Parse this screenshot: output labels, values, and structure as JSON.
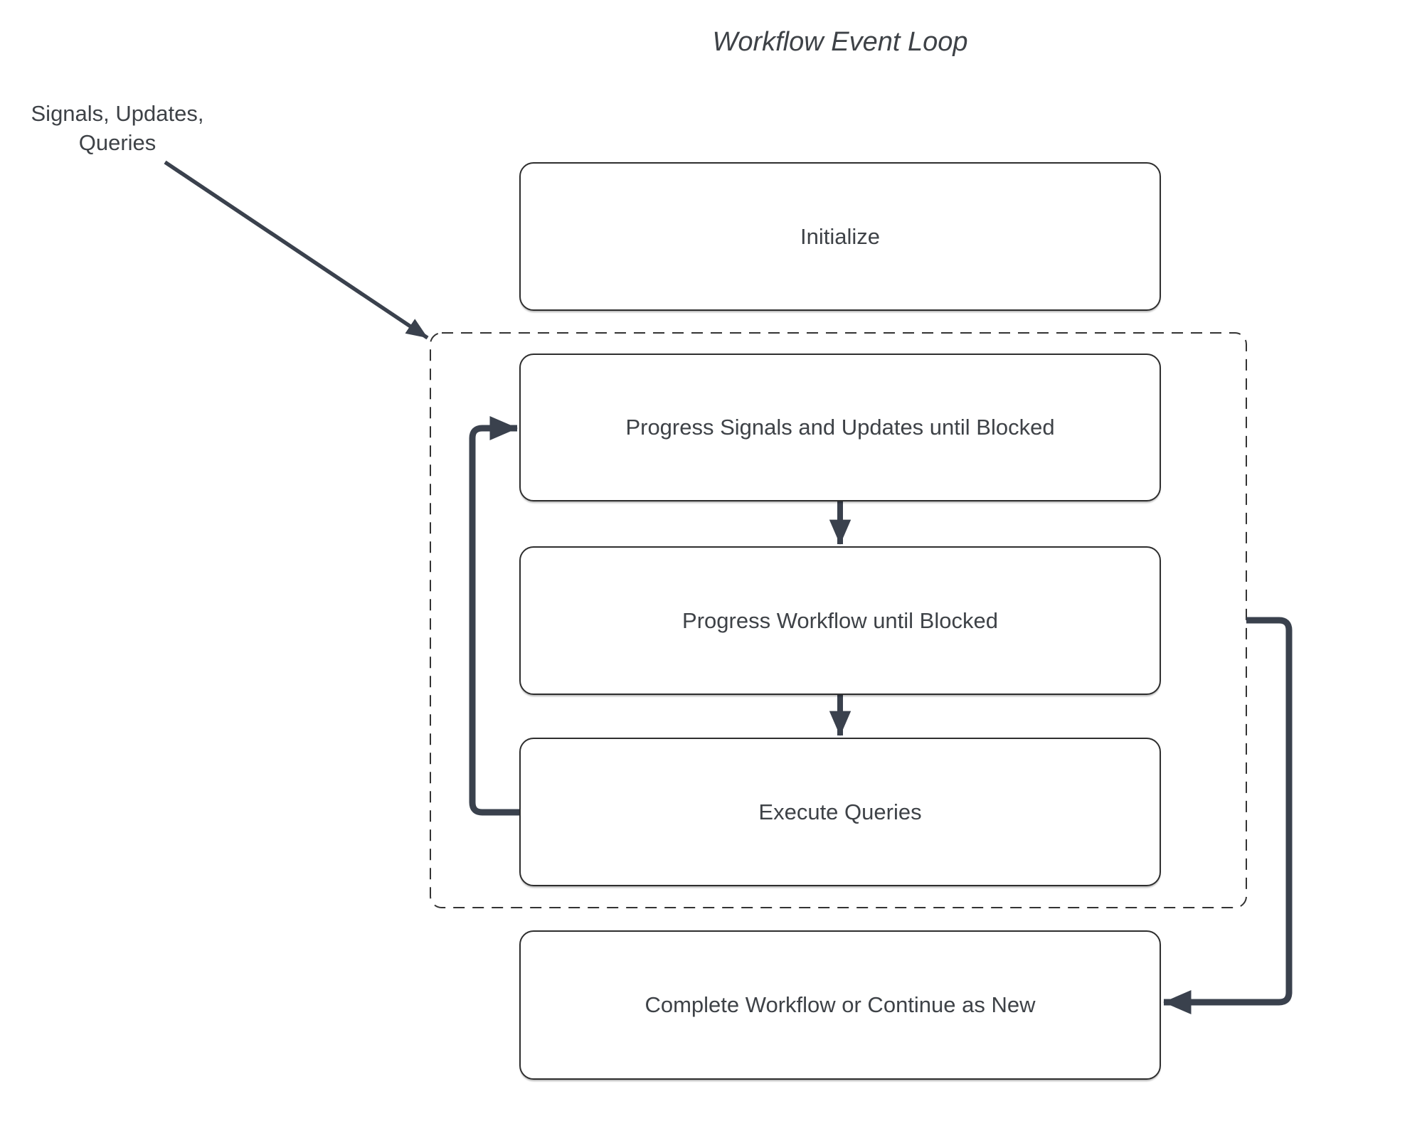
{
  "title": "Workflow Event Loop",
  "external_label": {
    "line1": "Signals, Updates,",
    "line2": "Queries"
  },
  "nodes": {
    "initialize": "Initialize",
    "progress_signals": "Progress Signals and Updates until Blocked",
    "progress_workflow": "Progress Workflow until Blocked",
    "execute_queries": "Execute Queries",
    "complete": "Complete Workflow or Continue as New"
  },
  "edges": {
    "signals_to_loop": "Signals/Updates/Queries into event loop",
    "signals_to_workflow": "Progress Signals to Progress Workflow",
    "workflow_to_queries": "Progress Workflow to Execute Queries",
    "queries_back_to_signals": "Execute Queries back to Progress Signals",
    "workflow_to_complete": "Progress Workflow to Complete Workflow"
  },
  "colors": {
    "arrow": "#3a414d",
    "border": "#2e2e2e",
    "dashed": "#333333",
    "text": "#3e4247",
    "bg": "#ffffff"
  }
}
